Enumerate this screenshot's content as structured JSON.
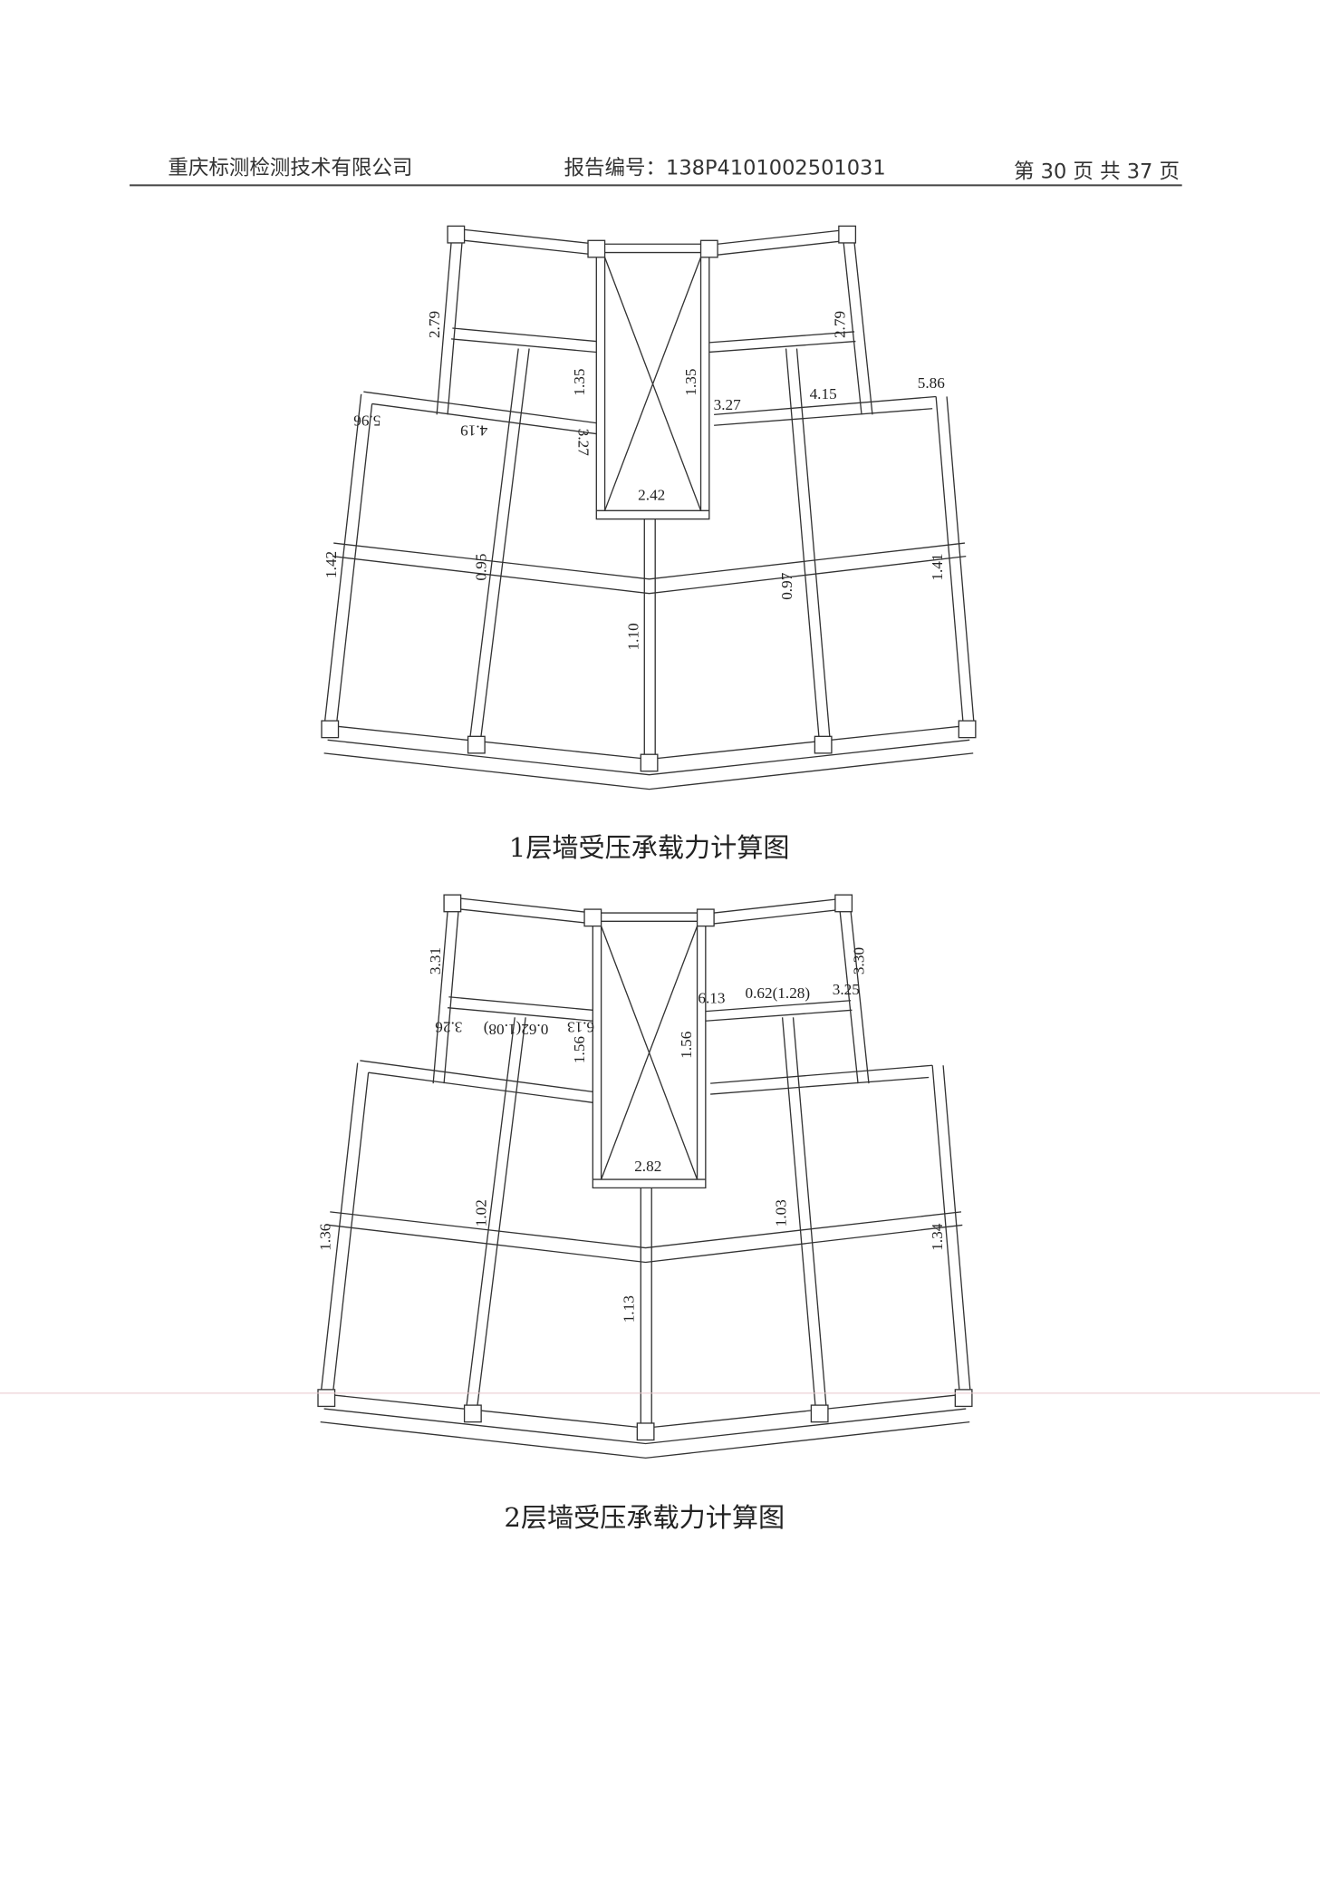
{
  "header": {
    "company": "重庆标测检测技术有限公司",
    "report_no": "报告编号：138P4101002501031",
    "page_info": "第 30 页 共 37 页"
  },
  "plan1": {
    "title": "1层墙受压承载力计算图",
    "labels": [
      "2.79",
      "2.79",
      "1.35",
      "1.35",
      "3.27",
      "4.15",
      "5.86",
      "5.96",
      "4.19",
      "3.27",
      "2.42",
      "1.42",
      "0.95",
      "1.10",
      "0.97",
      "1.41"
    ]
  },
  "plan2": {
    "title": "2层墙受压承载力计算图",
    "labels": [
      "3.31",
      "3.30",
      "6.13",
      "0.62(1.28)",
      "3.25",
      "3.26",
      "0.62(1.08)",
      "6.13",
      "1.56",
      "1.56",
      "2.82",
      "1.36",
      "1.02",
      "1.13",
      "1.03",
      "1.34"
    ]
  }
}
